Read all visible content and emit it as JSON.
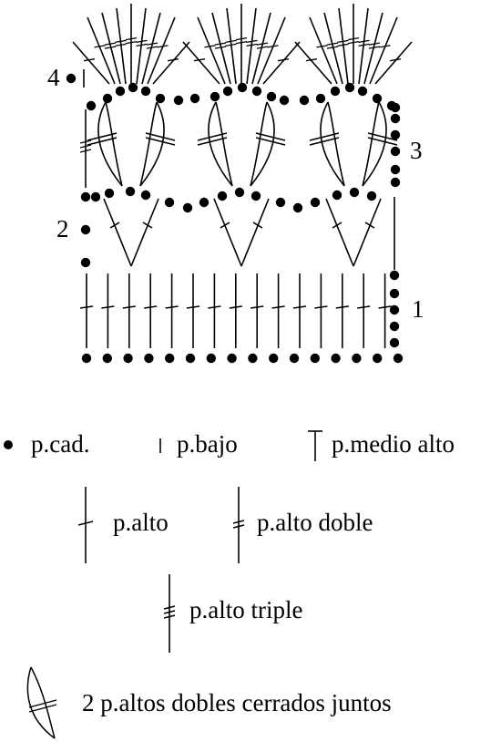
{
  "rows": {
    "r1": "1",
    "r2": "2",
    "r3": "3",
    "r4": "4"
  },
  "legend": {
    "chain": "p.cad.",
    "single": "p.bajo",
    "half_double": "p.medio alto",
    "double": "p.alto",
    "treble": "p.alto doble",
    "double_treble": "p.alto triple",
    "tr2tog": "2 p.altos dobles cerrados juntos"
  }
}
